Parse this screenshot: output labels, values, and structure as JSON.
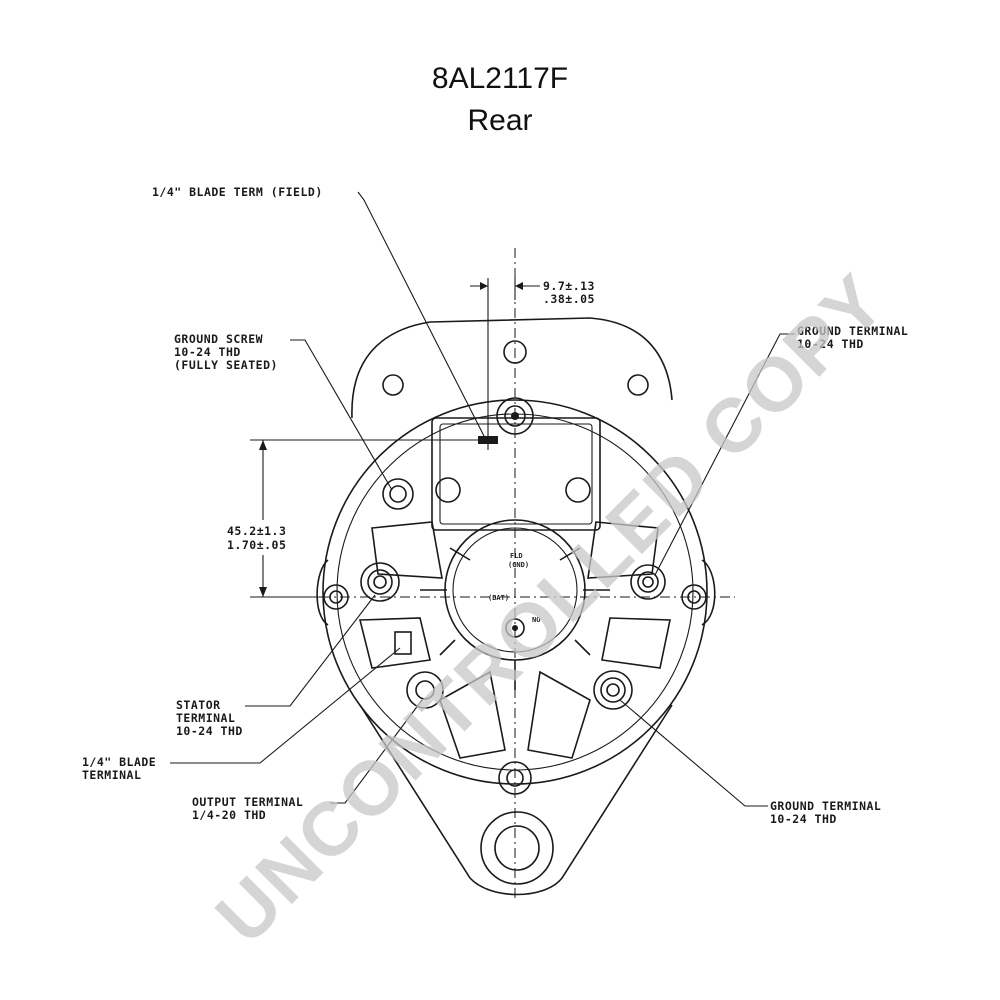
{
  "header": {
    "part_number": "8AL2117F",
    "view": "Rear"
  },
  "labels": {
    "blade_field": "1/4\" BLADE TERM (FIELD)",
    "dim_top_1": "9.7±.13",
    "dim_top_2": ".38±.05",
    "ground_screw_1": "GROUND SCREW",
    "ground_screw_2": "10-24 THD",
    "ground_screw_3": "(FULLY SEATED)",
    "ground_term_r1_1": "GROUND TERMINAL",
    "ground_term_r1_2": "10-24 THD",
    "dim_left_1": "45.2±1.3",
    "dim_left_2": "1.70±.05",
    "stator_1": "STATOR",
    "stator_2": "TERMINAL",
    "stator_3": "10-24 THD",
    "blade_term_1": "1/4\" BLADE",
    "blade_term_2": "TERMINAL",
    "output_1": "OUTPUT TERMINAL",
    "output_2": "1/4-20 THD",
    "ground_term_r2_1": "GROUND TERMINAL",
    "ground_term_r2_2": "10-24 THD",
    "inner_fld": "FLD",
    "inner_gnd": "(GND)",
    "inner_bat": "(BAT)",
    "inner_no": "NO"
  },
  "watermark": {
    "text": "UNCONTROLLED COPY",
    "color": "#c8c8c8"
  }
}
